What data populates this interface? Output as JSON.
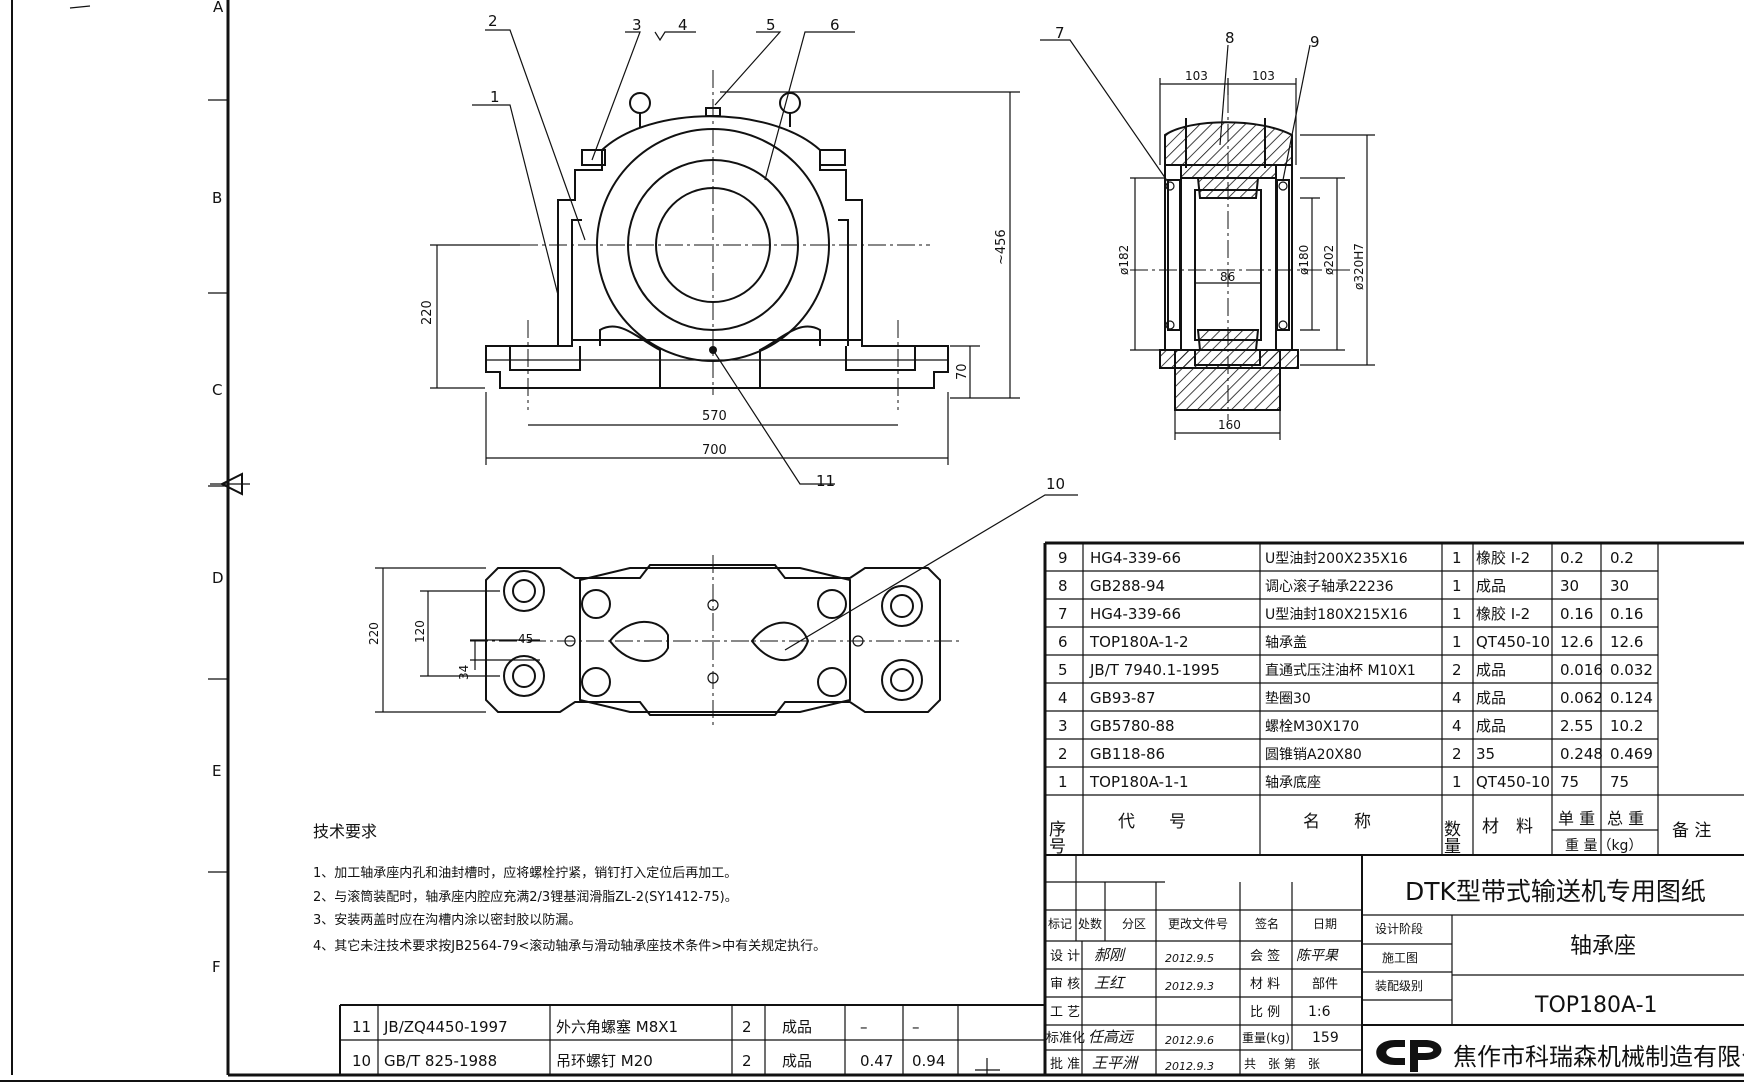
{
  "zones": [
    "A",
    "B",
    "C",
    "D",
    "E",
    "F"
  ],
  "balloons": [
    "1",
    "2",
    "3",
    "4",
    "5",
    "6",
    "7",
    "8",
    "9",
    "10",
    "11"
  ],
  "front_dims": {
    "height_220": "220",
    "total_456": "~456",
    "base_70": "70",
    "bolt_570": "570",
    "width_700": "700"
  },
  "side_dims": {
    "d103a": "103",
    "d103b": "103",
    "d182": "ø182",
    "d180": "ø180",
    "d202": "ø202",
    "d320": "ø320H7",
    "w86": "86",
    "w160": "160"
  },
  "top_dims": {
    "d220": "220",
    "d120": "120",
    "d45": "45",
    "d34": "34"
  },
  "parts_header": {
    "seq": "序号",
    "code": "代　　号",
    "name": "名　　称",
    "qty": "数量",
    "material": "材　料",
    "unit_wt": "单 重",
    "total_wt": "总 重",
    "wt_unit": "重 量（kg）",
    "remark": "备 注"
  },
  "parts": [
    {
      "seq": "9",
      "code": "HG4-339-66",
      "name": "U型油封200X235X16",
      "qty": "1",
      "material": "橡胶 I-2",
      "unit": "0.2",
      "total": "0.2"
    },
    {
      "seq": "8",
      "code": "GB288-94",
      "name": "调心滚子轴承22236",
      "qty": "1",
      "material": "成品",
      "unit": "30",
      "total": "30"
    },
    {
      "seq": "7",
      "code": "HG4-339-66",
      "name": "U型油封180X215X16",
      "qty": "1",
      "material": "橡胶 I-2",
      "unit": "0.16",
      "total": "0.16"
    },
    {
      "seq": "6",
      "code": "TOP180A-1-2",
      "name": "轴承盖",
      "qty": "1",
      "material": "QT450-10",
      "unit": "12.6",
      "total": "12.6"
    },
    {
      "seq": "5",
      "code": "JB/T 7940.1-1995",
      "name": "直通式压注油杯 M10X1",
      "qty": "2",
      "material": "成品",
      "unit": "0.016",
      "total": "0.032"
    },
    {
      "seq": "4",
      "code": "GB93-87",
      "name": "垫圈30",
      "qty": "4",
      "material": "成品",
      "unit": "0.062",
      "total": "0.124"
    },
    {
      "seq": "3",
      "code": "GB5780-88",
      "name": "螺栓M30X170",
      "qty": "4",
      "material": "成品",
      "unit": "2.55",
      "total": "10.2"
    },
    {
      "seq": "2",
      "code": "GB118-86",
      "name": "圆锥销A20X80",
      "qty": "2",
      "material": "35",
      "unit": "0.248",
      "total": "0.469"
    },
    {
      "seq": "1",
      "code": "TOP180A-1-1",
      "name": "轴承底座",
      "qty": "1",
      "material": "QT450-10",
      "unit": "75",
      "total": "75"
    }
  ],
  "lower_parts": [
    {
      "seq": "11",
      "code": "JB/ZQ4450-1997",
      "name": "外六角螺塞 M8X1",
      "qty": "2",
      "material": "成品",
      "unit": "–",
      "total": "–"
    },
    {
      "seq": "10",
      "code": "GB/T 825-1988",
      "name": "吊环螺钉 M20",
      "qty": "2",
      "material": "成品",
      "unit": "0.47",
      "total": "0.94"
    }
  ],
  "tech": {
    "title": "技术要求",
    "items": [
      "1、加工轴承座内孔和油封槽时，应将螺栓拧紧，销钉打入定位后再加工。",
      "2、与滚筒装配时，轴承座内腔应充满2/3锂基润滑脂ZL-2(SY1412-75)。",
      "3、安装两盖时应在沟槽内涂以密封胶以防漏。",
      "4、其它未注技术要求按JB2564-79<滚动轴承与滑动轴承座技术条件>中有关规定执行。"
    ]
  },
  "title_block": {
    "project": "DTK型带式输送机专用图纸",
    "drawing_name": "轴承座",
    "drawing_no": "TOP180A-1",
    "company": "焦作市科瑞森机械制造有限公司",
    "rev_headers": [
      "标记",
      "处数",
      "分区",
      "更改文件号",
      "签名",
      "日期"
    ],
    "row_labels": [
      "设 计",
      "审 核",
      "工 艺",
      "标准化",
      "批 准"
    ],
    "sign_design": "郝刚",
    "date_design": "2012.9.5",
    "sign_check": "王红",
    "date_check": "2012.9.3",
    "sign_std": "任高远",
    "date_std": "2012.9.6",
    "sign_approve": "王平洲",
    "date_approve": "2012.9.3",
    "countersign": "会 签",
    "countersign_name": "陈平果",
    "material": "材 料",
    "part_type": "部件",
    "scale_label": "比 例",
    "scale": "1:6",
    "weight_label": "重量(kg)",
    "weight": "159",
    "sheets_label": "共　张 第　张",
    "stage": "设计阶段",
    "stage_value": "施工图",
    "assembly": "装配级别"
  }
}
